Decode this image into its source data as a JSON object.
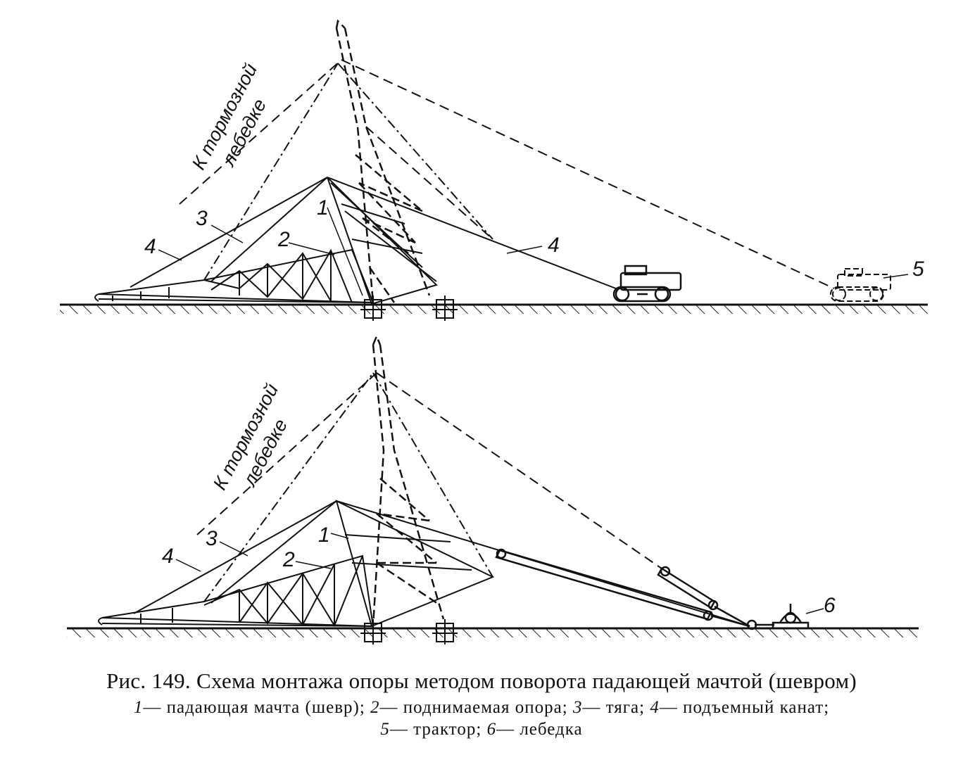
{
  "diagram": {
    "winch_label_line1": "К тормозной",
    "winch_label_line2": "лебедке",
    "callouts": {
      "n1": "1",
      "n2": "2",
      "n3": "3",
      "n4": "4",
      "n5": "5",
      "n6": "6"
    }
  },
  "caption": {
    "title": "Рис. 149. Схема монтажа опоры методом поворота падающей мачтой (шевром)",
    "legend": [
      {
        "num": "1",
        "text": "— падающая  мачта  (шевр);"
      },
      {
        "num": "2",
        "text": "— поднимаемая  опора;"
      },
      {
        "num": "3",
        "text": "— тяга;"
      },
      {
        "num": "4",
        "text": "— подъемный  канат;"
      },
      {
        "num": "5",
        "text": "— трактор;"
      },
      {
        "num": "6",
        "text": "— лебедка"
      }
    ]
  }
}
